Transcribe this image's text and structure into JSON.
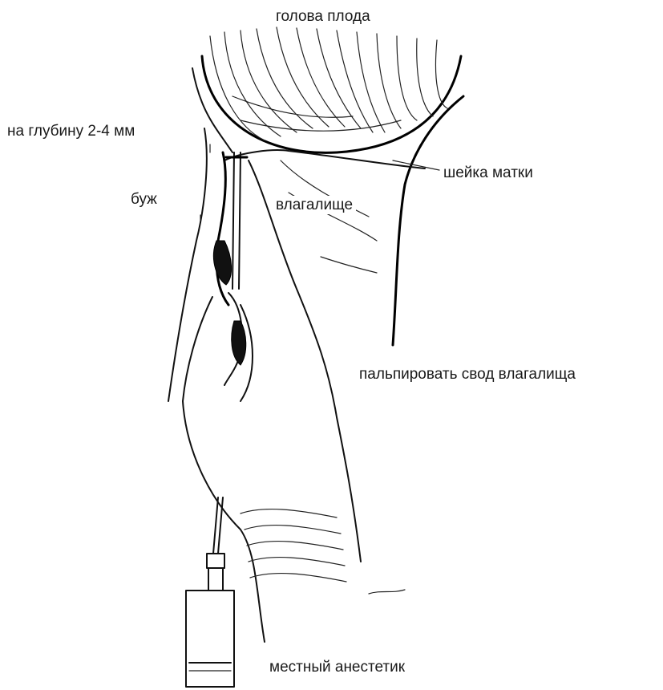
{
  "labels": {
    "fetal_head": "голова плода",
    "depth": "на глубину 2-4 мм",
    "cervix": "шейка матки",
    "bougie": "буж",
    "vagina": "влагалище",
    "palpate_fornix": "пальпировать свод влагалища",
    "local_anesthetic": "местный анестетик"
  }
}
